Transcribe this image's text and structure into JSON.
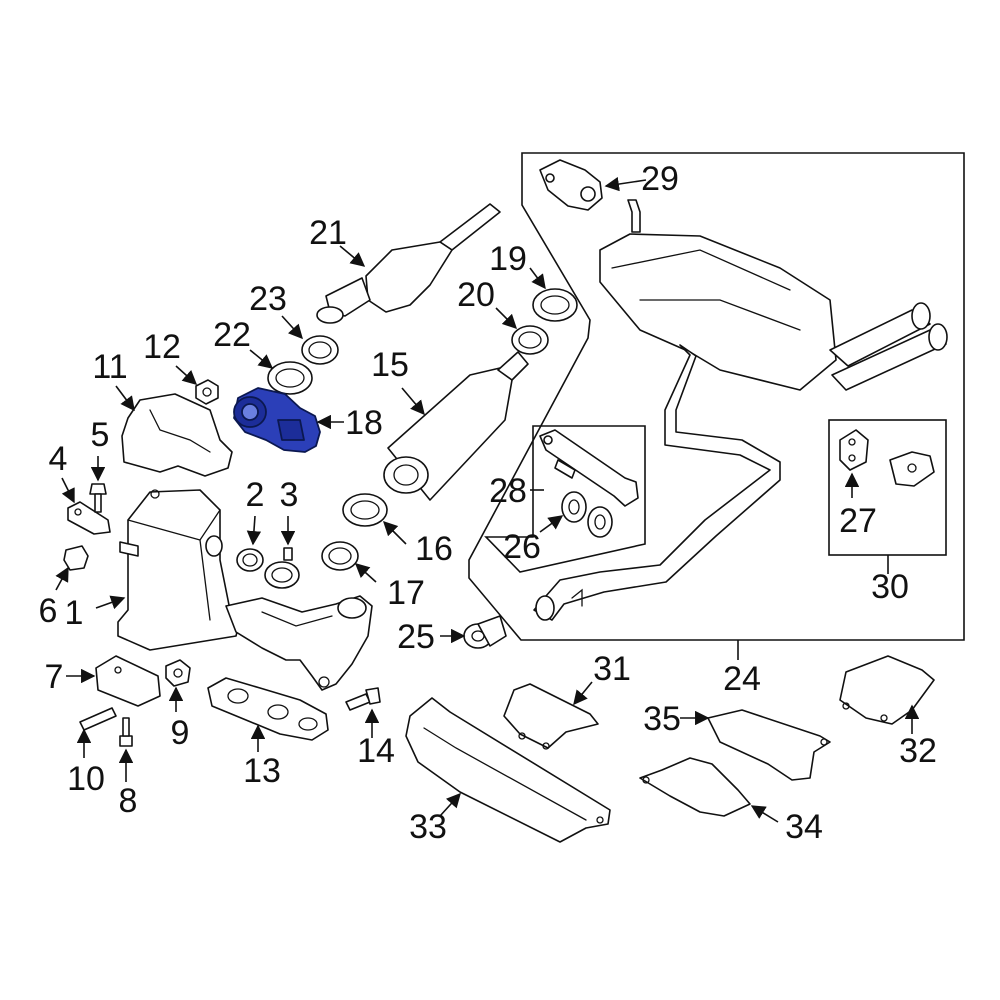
{
  "colors": {
    "line": "#111111",
    "background": "#ffffff",
    "highlight_fill": "#2b3fb8",
    "highlight_stroke": "#0b1850"
  },
  "highlighted_part": "18",
  "callouts": [
    {
      "id": "c1",
      "label": "1"
    },
    {
      "id": "c2",
      "label": "2"
    },
    {
      "id": "c3",
      "label": "3"
    },
    {
      "id": "c4",
      "label": "4"
    },
    {
      "id": "c5",
      "label": "5"
    },
    {
      "id": "c6",
      "label": "6"
    },
    {
      "id": "c7",
      "label": "7"
    },
    {
      "id": "c8",
      "label": "8"
    },
    {
      "id": "c9",
      "label": "9"
    },
    {
      "id": "c10",
      "label": "10"
    },
    {
      "id": "c11",
      "label": "11"
    },
    {
      "id": "c12",
      "label": "12"
    },
    {
      "id": "c13",
      "label": "13"
    },
    {
      "id": "c14",
      "label": "14"
    },
    {
      "id": "c15",
      "label": "15"
    },
    {
      "id": "c16",
      "label": "16"
    },
    {
      "id": "c17",
      "label": "17"
    },
    {
      "id": "c18",
      "label": "18"
    },
    {
      "id": "c19",
      "label": "19"
    },
    {
      "id": "c20",
      "label": "20"
    },
    {
      "id": "c21",
      "label": "21"
    },
    {
      "id": "c22",
      "label": "22"
    },
    {
      "id": "c23",
      "label": "23"
    },
    {
      "id": "c24",
      "label": "24"
    },
    {
      "id": "c25",
      "label": "25"
    },
    {
      "id": "c26",
      "label": "26"
    },
    {
      "id": "c27",
      "label": "27"
    },
    {
      "id": "c28",
      "label": "28"
    },
    {
      "id": "c29",
      "label": "29"
    },
    {
      "id": "c30",
      "label": "30"
    },
    {
      "id": "c31",
      "label": "31"
    },
    {
      "id": "c32",
      "label": "32"
    },
    {
      "id": "c33",
      "label": "33"
    },
    {
      "id": "c34",
      "label": "34"
    },
    {
      "id": "c35",
      "label": "35"
    }
  ]
}
